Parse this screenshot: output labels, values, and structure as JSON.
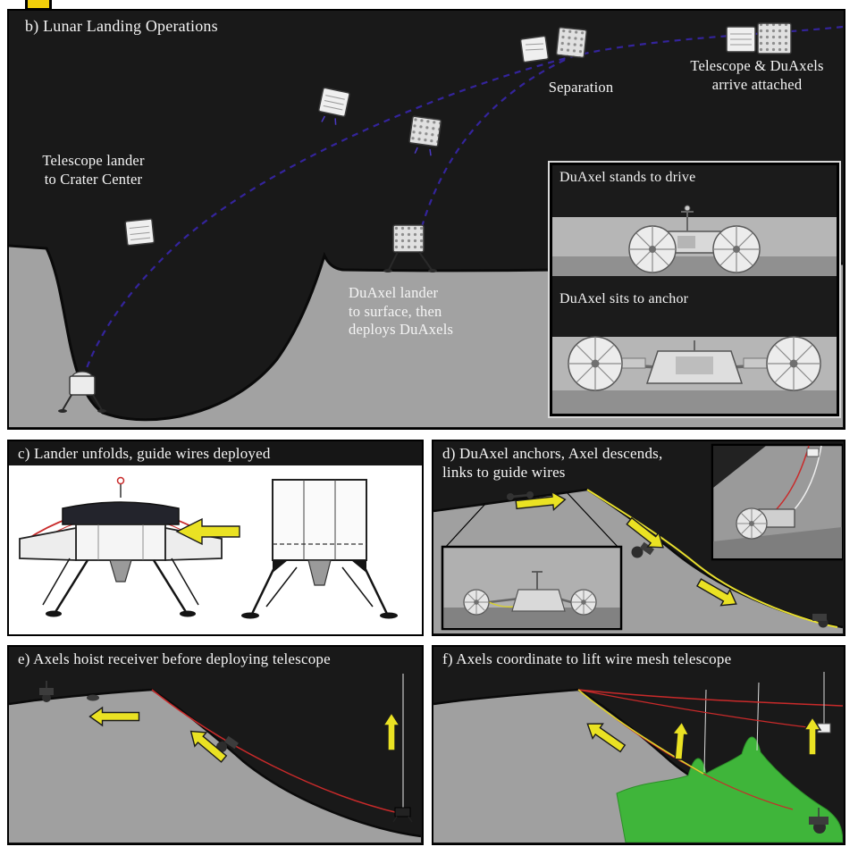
{
  "panel_b": {
    "title": "b) Lunar Landing Operations",
    "labels": {
      "telescope_lander_lines": [
        "Telescope lander",
        "to Crater Center"
      ],
      "separation": "Separation",
      "arrive_lines": [
        "Telescope & DuAxels",
        "arrive attached"
      ],
      "duaxel_lander_lines": [
        "DuAxel lander",
        "to surface, then",
        "deploys DuAxels"
      ]
    },
    "inset": {
      "stands_title": "DuAxel stands to drive",
      "sits_title": "DuAxel sits to anchor"
    }
  },
  "panel_c": {
    "title": "c) Lander unfolds, guide wires deployed"
  },
  "panel_d": {
    "title_lines": [
      "d) DuAxel anchors, Axel descends,",
      "links to guide wires"
    ]
  },
  "panel_e": {
    "title": "e) Axels hoist receiver before deploying telescope"
  },
  "panel_f": {
    "title": "f) Axels coordinate to lift wire mesh telescope"
  },
  "colors": {
    "sky": "#191919",
    "ground": "#a2a2a2",
    "trajectory": "#34249c",
    "arrow_yellow": "#eae223",
    "wire_red": "#c92a2a",
    "wire_blue": "#2e52cf",
    "mesh_green": "#3fb53a"
  }
}
